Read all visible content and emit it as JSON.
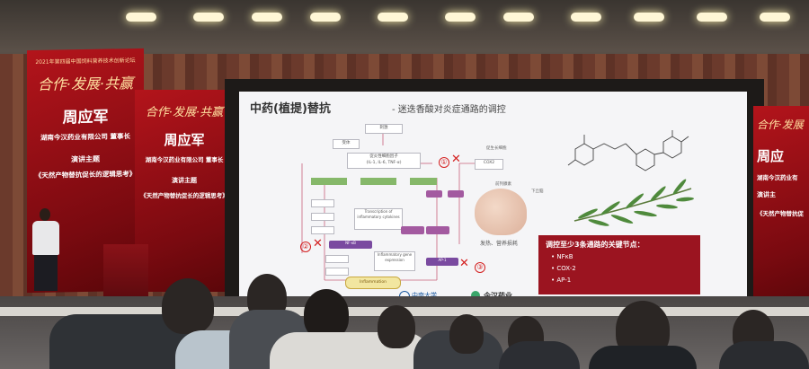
{
  "left_banner": {
    "top_text": "2021年第四届中国饲料营养技术创新论坛",
    "logo": "合作·发展·共赢",
    "name": "周应军",
    "company": "湖南今汉药业有限公司 董事长",
    "topic_label": "演讲主题",
    "talk_title": "《天然产物替抗促长的逻辑思考》"
  },
  "right_banner": {
    "logo": "合作·发展",
    "name": "周应",
    "company": "湖南今汉药业有",
    "topic_label": "演讲主",
    "talk_title": "《天然产物替抗促"
  },
  "slide": {
    "title": "中药(植提)替抗",
    "subtitle": "- 迷迭香酸对炎症通路的调控",
    "top_box": "刺激",
    "box_receptor": "受体",
    "box_cytokine": "促炎性细胞因子",
    "box_cytokine_sub": "(IL-1, IL-6, TNF-α)",
    "cox2": "COX2",
    "marker1": "①",
    "marker2": "②",
    "marker3": "③",
    "brain_label1": "促生长细胞",
    "brain_label2": "前列腺素",
    "brain_label3": "下丘脑",
    "brain_label4": "发热、营养损耗",
    "inflammation": "Inflammation",
    "transcription": "Transcription of inflammatory cytokines",
    "nfkb_box": "NF-κB",
    "ap1_box": "AP-1",
    "gene_box": "Inflammatory gene expression",
    "keynodes_title": "调控至少3条通路的关键节点：",
    "keynodes": [
      "NFκB",
      "COX-2",
      "AP-1"
    ],
    "footer_logo1": "中南大学",
    "footer_logo2": "今汉药业"
  },
  "colors": {
    "banner_red": "#b3141b",
    "keynode_red": "#9b1420",
    "slide_title": "#333333",
    "cross_red": "#d42020"
  }
}
